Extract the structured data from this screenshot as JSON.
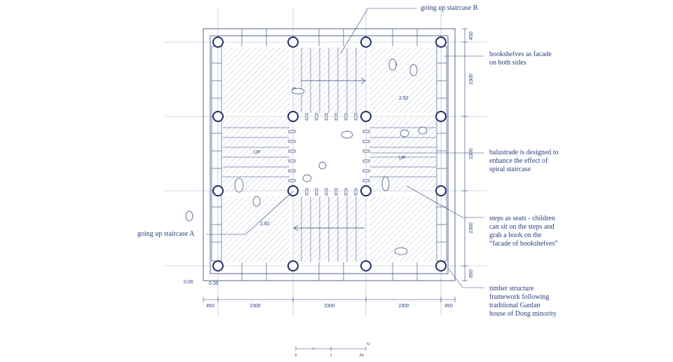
{
  "annotations": {
    "staircase_b": "going up staircase B",
    "bookshelves": [
      "bookshelves as facade",
      "on both sides"
    ],
    "balustrade": [
      "balustrade is designed to",
      "enhance the effect of",
      "spiral staircase"
    ],
    "steps_seats": [
      "steps as seats - children",
      "can sit on the steps and",
      "grab a book on the",
      "“facade of bookshelves”"
    ],
    "timber": [
      "timber structure",
      "framework following",
      "traditional Ganlan",
      "house of Dong minority"
    ],
    "staircase_a": "going up staircase A"
  },
  "plan_labels": {
    "up_left": "UP",
    "up_right": "UP",
    "level_top": "2.92",
    "level_bottom": "2.92",
    "level_ground": "0.00",
    "level_base": "0.35"
  },
  "dimensions": {
    "bottom": [
      "450",
      "2300",
      "2300",
      "2300",
      "450"
    ],
    "right": [
      "450",
      "2300",
      "2300",
      "2300",
      "650"
    ]
  },
  "scale_bar": {
    "ticks": [
      "0",
      "1",
      "2m"
    ],
    "north": "N"
  },
  "colors": {
    "ink": "#2a3f78",
    "grid": "#9aa6c4",
    "hatch": "#c7cbd6"
  }
}
